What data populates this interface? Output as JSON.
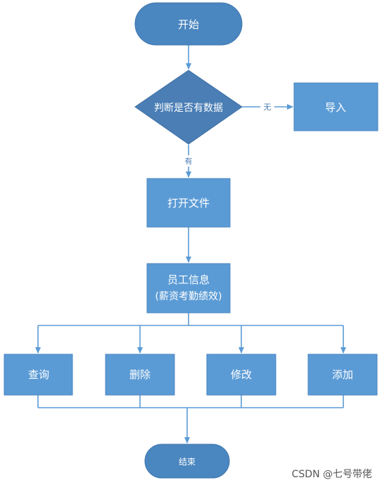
{
  "colors": {
    "node_fill": "#5b9bd5",
    "node_stroke": "#4a86c0",
    "terminator_fill": "#4a86c0",
    "decision_fill": "#4a7eb5",
    "line": "#5b9bd5",
    "background": "#ffffff"
  },
  "nodes": {
    "start": "开始",
    "decision": "判断是否有数据",
    "import": "导入",
    "open_file": "打开文件",
    "info_line1": "员工信息",
    "info_line2": "(薪资考勤绩效)",
    "query": "查询",
    "delete": "删除",
    "modify": "修改",
    "add": "添加",
    "end": "结束"
  },
  "edges": {
    "no_label": "无",
    "yes_label": "有"
  },
  "watermark": "CSDN @七号带佬"
}
